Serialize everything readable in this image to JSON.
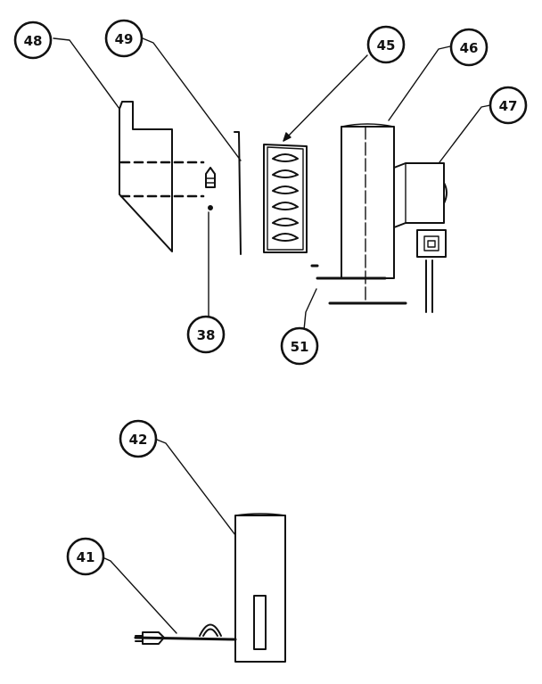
{
  "diagram": {
    "callouts": [
      {
        "id": "c48",
        "label": "48"
      },
      {
        "id": "c49",
        "label": "49"
      },
      {
        "id": "c45",
        "label": "45"
      },
      {
        "id": "c46",
        "label": "46"
      },
      {
        "id": "c47",
        "label": "47"
      },
      {
        "id": "c38",
        "label": "38"
      },
      {
        "id": "c51",
        "label": "51"
      },
      {
        "id": "c42",
        "label": "42"
      },
      {
        "id": "c41",
        "label": "41"
      }
    ]
  }
}
